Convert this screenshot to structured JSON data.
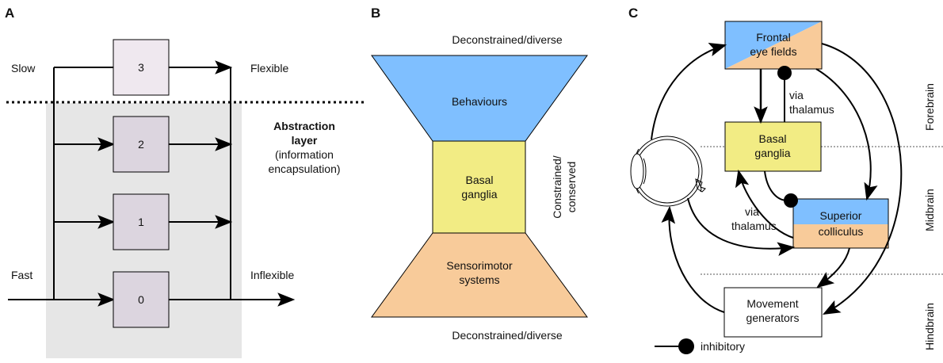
{
  "panel_a": {
    "letter": "A",
    "slow": "Slow",
    "fast": "Fast",
    "flexible": "Flexible",
    "inflexible": "Inflexible",
    "layers": [
      "3",
      "2",
      "1",
      "0"
    ],
    "abstraction_title_1": "Abstraction",
    "abstraction_title_2": "layer",
    "abstraction_sub_1": "(information",
    "abstraction_sub_2": "encapsulation)"
  },
  "panel_b": {
    "letter": "B",
    "top_label": "Deconstrained/diverse",
    "bottom_label": "Deconstrained/diverse",
    "behaviours": "Behaviours",
    "basal_1": "Basal",
    "basal_2": "ganglia",
    "sensori_1": "Sensorimotor",
    "sensori_2": "systems",
    "side_1": "Constrained/",
    "side_2": "conserved"
  },
  "panel_c": {
    "letter": "C",
    "fef_1": "Frontal",
    "fef_2": "eye fields",
    "bg_1": "Basal",
    "bg_2": "ganglia",
    "sc_1": "Superior",
    "sc_2": "colliculus",
    "mg_1": "Movement",
    "mg_2": "generators",
    "via_1a": "via",
    "via_1b": "thalamus",
    "via_2a": "via",
    "via_2b": "thalamus",
    "forebrain": "Forebrain",
    "midbrain": "Midbrain",
    "hindbrain": "Hindbrain",
    "inhibitory": "inhibitory"
  },
  "colors": {
    "blue": "#7fbfff",
    "yellow": "#f2ec84",
    "orange": "#f8cb9a",
    "layer_box": "#dcd5df",
    "layer_box_top": "#efe8ef",
    "shade": "#e6e6e6"
  }
}
